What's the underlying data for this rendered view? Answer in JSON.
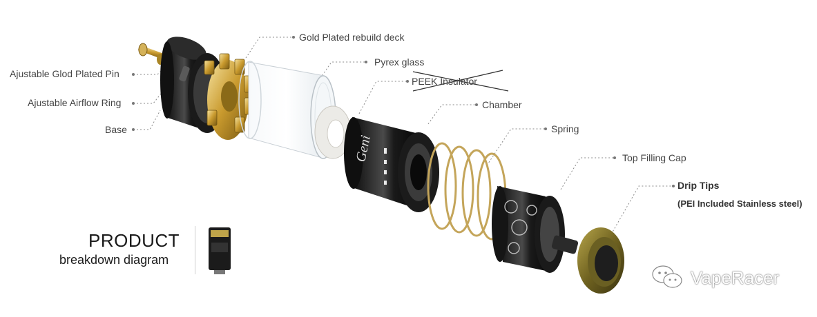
{
  "diagram": {
    "title": "PRODUCT",
    "subtitle": "breakdown diagram",
    "labels": {
      "gold_deck": "Gold Plated rebuild deck",
      "pyrex": "Pyrex glass",
      "peek": "PEEK Insulator",
      "chamber": "Chamber",
      "spring": "Spring",
      "top_cap": "Top Filling Cap",
      "drip_tips": "Drip Tips",
      "drip_tips_note": "(PEI Included Stainless steel)",
      "pin": "Ajustable Glod Plated Pin",
      "airflow": "Ajustable Airflow Ring",
      "base": "Base"
    },
    "engraving": "Geni",
    "watermark": "VapeRacer"
  },
  "colors": {
    "metal_dark": "#1c1c1c",
    "gold": "#c9a13a",
    "bronze": "#8a7a2e",
    "leader": "#888888"
  },
  "icons": [
    "wechat-icon"
  ]
}
